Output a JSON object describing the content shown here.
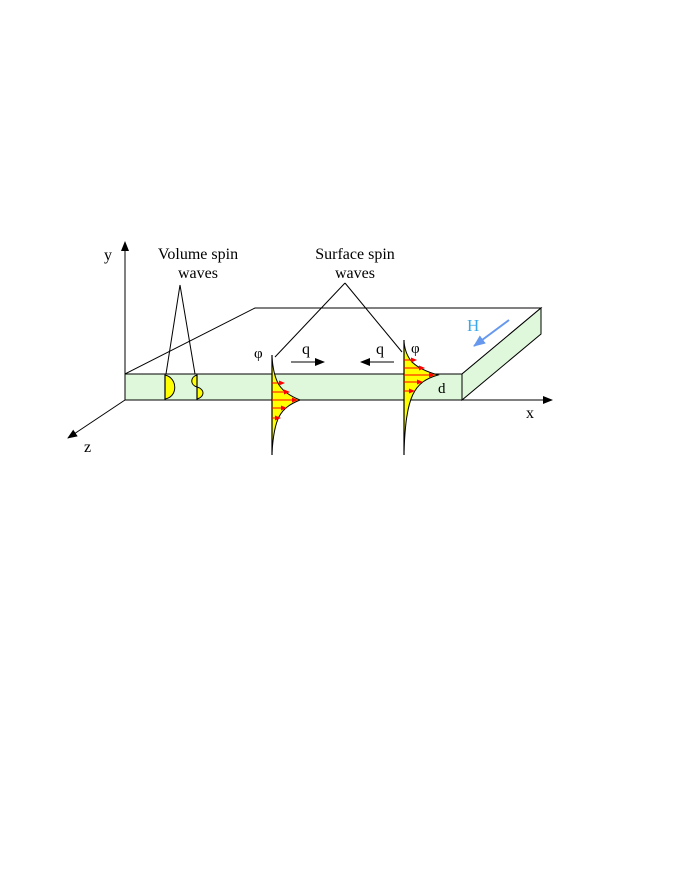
{
  "axes": {
    "x": "x",
    "y": "y",
    "z": "z"
  },
  "labels": {
    "volume_line1": "Volume spin",
    "volume_line2": "waves",
    "surface_line1": "Surface spin",
    "surface_line2": "waves",
    "phi_left": "φ",
    "phi_right": "φ",
    "q_left": "q",
    "q_right": "q",
    "thickness": "d",
    "field": "H"
  },
  "colors": {
    "slab_fill": "#dff8dc",
    "profile_fill": "#ffff00",
    "profile_arrow": "#ff0000",
    "field_label": "#3aa8e8",
    "field_arrow": "#6699ee"
  }
}
